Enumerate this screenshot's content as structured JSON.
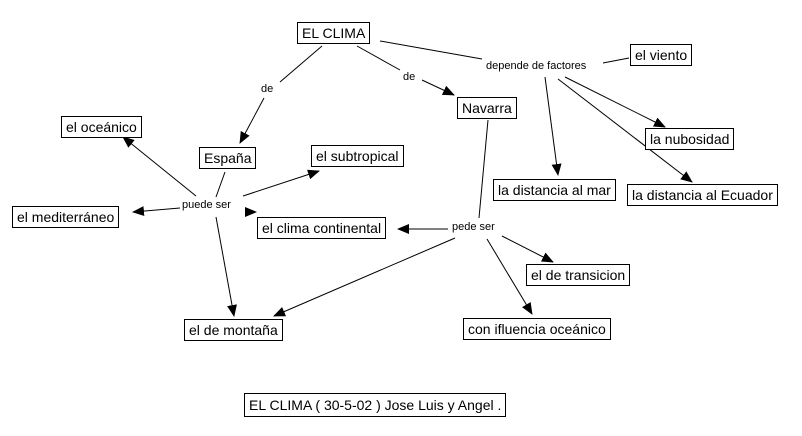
{
  "diagram": {
    "type": "concept-map",
    "title": "EL CLIMA",
    "footer": "EL CLIMA ( 30-5-02 ) Jose Luis y Angel .",
    "nodes": {
      "clima": "EL CLIMA",
      "espana": "España",
      "navarra": "Navarra",
      "viento": "el viento",
      "nubosidad": "la nubosidad",
      "dist_mar": "la distancia al mar",
      "dist_ecuador": "la distancia al Ecuador",
      "oceanico": "el oceánico",
      "subtropical": "el subtropical",
      "mediterraneo": "el mediterráneo",
      "continental": "el clima continental",
      "transicion": "el de transicion",
      "montana": "el de montaña",
      "influencia": "con ifluencia oceánico"
    },
    "link_labels": {
      "de_espana": "de",
      "de_navarra": "de",
      "depende": "depende de factores",
      "puede_ser": "puede ser",
      "pede_ser": "pede ser"
    },
    "edges": [
      {
        "from": "clima",
        "via": "de_espana",
        "to": "espana"
      },
      {
        "from": "clima",
        "via": "de_navarra",
        "to": "navarra"
      },
      {
        "from": "clima",
        "via": "depende",
        "to": "viento"
      },
      {
        "from": "clima",
        "via": "depende",
        "to": "nubosidad"
      },
      {
        "from": "clima",
        "via": "depende",
        "to": "dist_mar"
      },
      {
        "from": "clima",
        "via": "depende",
        "to": "dist_ecuador"
      },
      {
        "from": "espana",
        "via": "puede_ser",
        "to": "oceanico"
      },
      {
        "from": "espana",
        "via": "puede_ser",
        "to": "subtropical"
      },
      {
        "from": "espana",
        "via": "puede_ser",
        "to": "mediterraneo"
      },
      {
        "from": "espana",
        "via": "puede_ser",
        "to": "continental"
      },
      {
        "from": "espana",
        "via": "puede_ser",
        "to": "montana"
      },
      {
        "from": "navarra",
        "via": "pede_ser",
        "to": "continental"
      },
      {
        "from": "navarra",
        "via": "pede_ser",
        "to": "transicion"
      },
      {
        "from": "navarra",
        "via": "pede_ser",
        "to": "montana"
      },
      {
        "from": "navarra",
        "via": "pede_ser",
        "to": "influencia"
      }
    ]
  }
}
